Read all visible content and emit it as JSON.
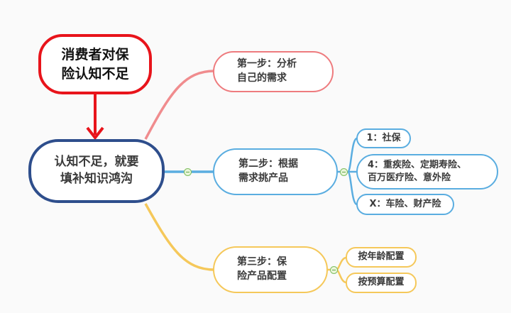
{
  "problem": {
    "label": "消费者对保\n险认知不足",
    "color": "#e8141b"
  },
  "root": {
    "label": "认知不足，就要\n填补知识鸿沟",
    "color": "#2e4e8c"
  },
  "steps": [
    {
      "label": "第一步：分析\n自己的需求",
      "color": "#ee7b7e",
      "children": []
    },
    {
      "label": "第二步：根据\n需求挑产品",
      "color": "#5aade0",
      "children": [
        {
          "label": "1：社保"
        },
        {
          "label": "4：重疾险、定期寿险、\n百万医疗险、意外险"
        },
        {
          "label": "X：车险、财产险"
        }
      ]
    },
    {
      "label": "第三步：保\n险产品配置",
      "color": "#f5c85a",
      "children": [
        {
          "label": "按年龄配置"
        },
        {
          "label": "按预算配置"
        }
      ]
    }
  ],
  "icons": {
    "arrow": "arrow-down-icon",
    "collapse": "collapse-minus-icon"
  }
}
